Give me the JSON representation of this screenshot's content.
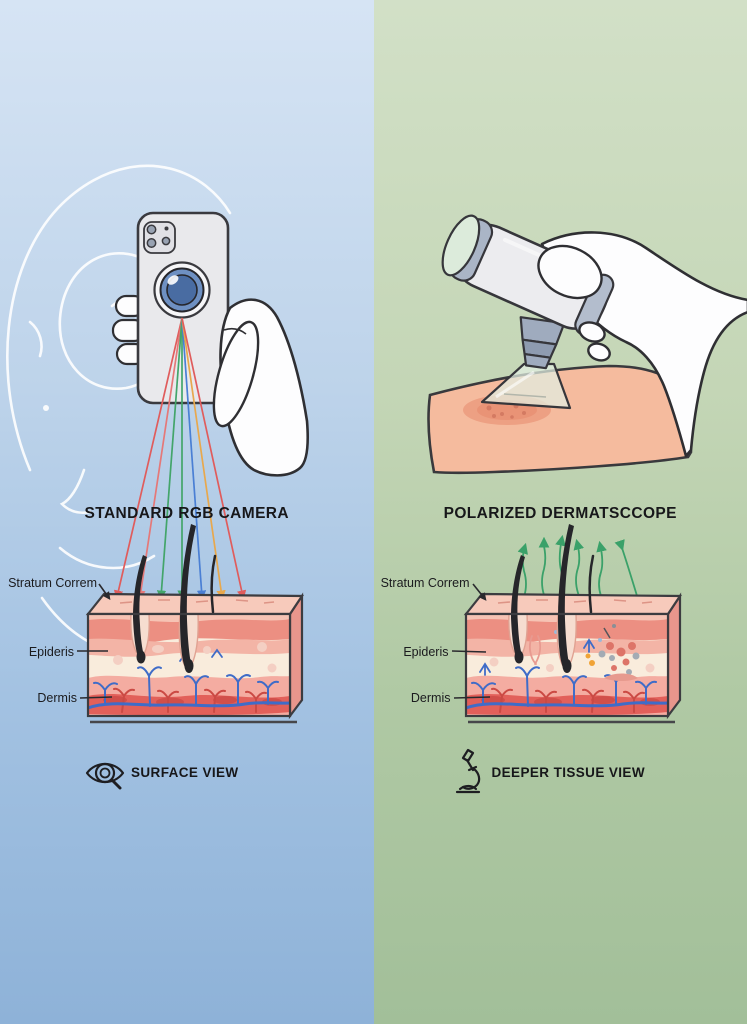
{
  "left_panel": {
    "title": "STANDARD RGB CAMERA",
    "labels": {
      "stratum_corneum": "Stratum Correm",
      "epidermis": "Epideris",
      "dermis": "Dermis"
    },
    "caption": "SURFACE VIEW",
    "caption_icon": "eye-magnifier-icon",
    "illustration": "hand holding smartphone camera with RGB light rays hitting skin surface",
    "background": {
      "top": "#d6e4f4",
      "bottom": "#8eb2d8"
    },
    "ray_colors": [
      "#e05c5c",
      "#e57878",
      "#43a56a",
      "#43a56a",
      "#4a7fd4",
      "#e8a84d",
      "#e05c5c"
    ]
  },
  "right_panel": {
    "title": "POLARIZED DERMATSCCOPE",
    "labels": {
      "stratum_corneum": "Stratum Correm",
      "epidermis": "Epideris",
      "dermis": "Dermis"
    },
    "caption": "DEEPER TISSUE VIEW",
    "caption_icon": "microscope-icon",
    "illustration": "hand pressing polarized dermatoscope onto arm, green polarized light penetrating deep skin layers",
    "background": {
      "top": "#d2e0c7",
      "bottom": "#a2bf99"
    },
    "light_color": "#3aa169",
    "skin_tone": "#f5bb9e"
  }
}
